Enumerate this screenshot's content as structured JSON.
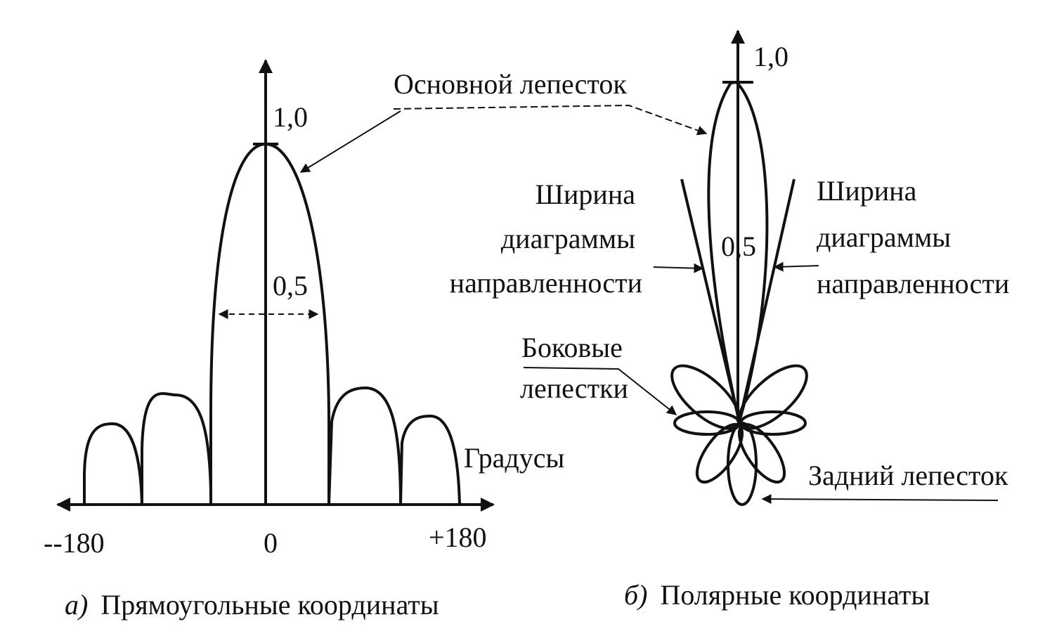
{
  "rect_plot": {
    "peak_label": "1,0",
    "half_label": "0,5",
    "x_left_label": "--180",
    "x_center_label": "0",
    "x_right_label": "+180",
    "axis_unit_label": "Градусы",
    "caption_letter": "а)",
    "caption_text": "Прямоугольные координаты"
  },
  "polar_plot": {
    "peak_label": "1,0",
    "half_label": "0,5",
    "caption_letter": "б)",
    "caption_text": "Полярные координаты"
  },
  "annotations": {
    "main_lobe": "Основной лепесток",
    "beamwidth_left": [
      "Ширина",
      "диаграммы",
      "направленности"
    ],
    "beamwidth_right": [
      "Ширина",
      "диаграммы",
      "направленности"
    ],
    "side_lobes": [
      "Боковые",
      "лепестки"
    ],
    "back_lobe": "Задний лепесток"
  },
  "colors": {
    "ink": "#111111",
    "background": "#ffffff"
  }
}
